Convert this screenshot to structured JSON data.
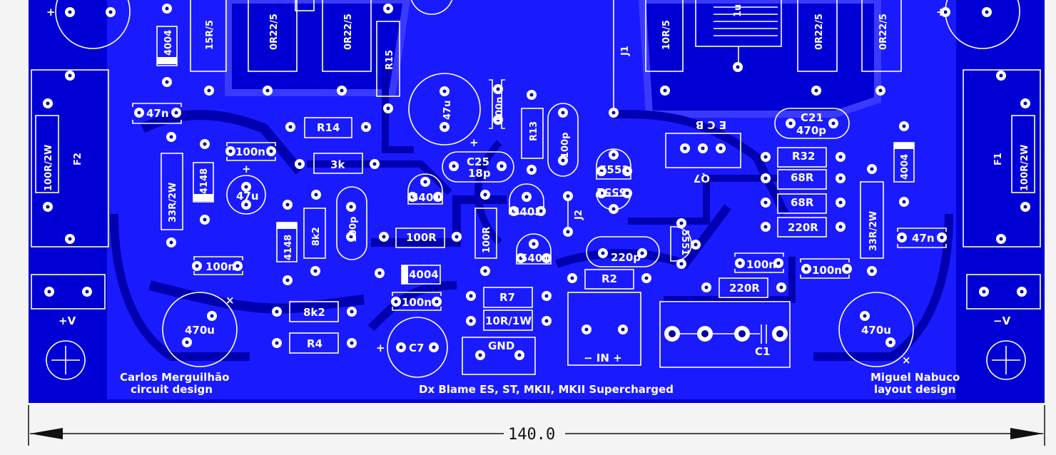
{
  "colors": {
    "board": "#0000d4",
    "copper": "#1a1aff",
    "silk": "#ffffff",
    "background": "#f4f4f4",
    "dimension": "#111111"
  },
  "board": {
    "credits_left": [
      "Carlos Merguilhão",
      "circuit design"
    ],
    "credits_right": [
      "Miguel Nabuco",
      "layout design"
    ],
    "title": "Dx Blame ES, ST, MKII, MKII Supercharged",
    "dimension_label": "140.0",
    "terminal_labels": {
      "pos_supply": "+V",
      "neg_supply": "−V",
      "ground": "GND",
      "input": "−  IN  +",
      "cap_plus": "+",
      "cap_x": "×",
      "j1": "J1",
      "j2": "J2",
      "q7": "Q7",
      "q7_pins": "E  C  B"
    },
    "components": {
      "top_15r": "15R/5",
      "top_0r22_a": "0R22/5",
      "top_0r22_b": "0R22/5",
      "top_10r": "10R/5",
      "top_1u": "1u",
      "top_0r22_c": "0R22/5",
      "top_0r22_d": "0R22/5",
      "d4004_left": "4004",
      "r15": "R15",
      "c_47u_mid": "47u",
      "c_100n_v": "100n",
      "f2_res": "100R/2W",
      "f2": "F2",
      "f1_res": "100R/2W",
      "f1": "F1",
      "c_47n_left": "47n",
      "r14": "R14",
      "r13": "R13",
      "c_100p_a": "100p",
      "c21": "C21",
      "c21_val": "470p",
      "c_100n_a": "100n",
      "r_3k": "3k",
      "c25": "C25",
      "c25_val": "18p",
      "t5551_a": "5551",
      "t5551_b": "5551",
      "r32": "R32",
      "r_68_a": "68R",
      "r_68_b": "68R",
      "r_220_a": "220R",
      "d4004_right": "4004",
      "r_33_left": "33R/2W",
      "d4148_a": "4148",
      "c_47u_left": "47u",
      "t5401_a": "5401",
      "t5401_b": "5401",
      "t5401_c": "5401",
      "r_8k2_a": "8k2",
      "c_100p_b": "100p",
      "r_100_h": "100R",
      "r_100_v": "100R",
      "d4148_b": "4148",
      "t5551_c": "5551",
      "r_33_right": "33R/2W",
      "c_47n_right": "47n",
      "c_220p": "220p",
      "c_100n_b": "100n",
      "c_100n_c": "100n",
      "c_100n_d": "100n",
      "r2": "R2",
      "r_220_b": "220R",
      "d4004_mid": "4004",
      "c_100n_e": "100n",
      "r7": "R7",
      "r_10r1w": "10R/1W",
      "c_470u_left": "470u",
      "c_470u_right": "470u",
      "r_8k2_b": "8k2",
      "r4": "R4",
      "c7": "C7",
      "c1": "C1"
    }
  }
}
